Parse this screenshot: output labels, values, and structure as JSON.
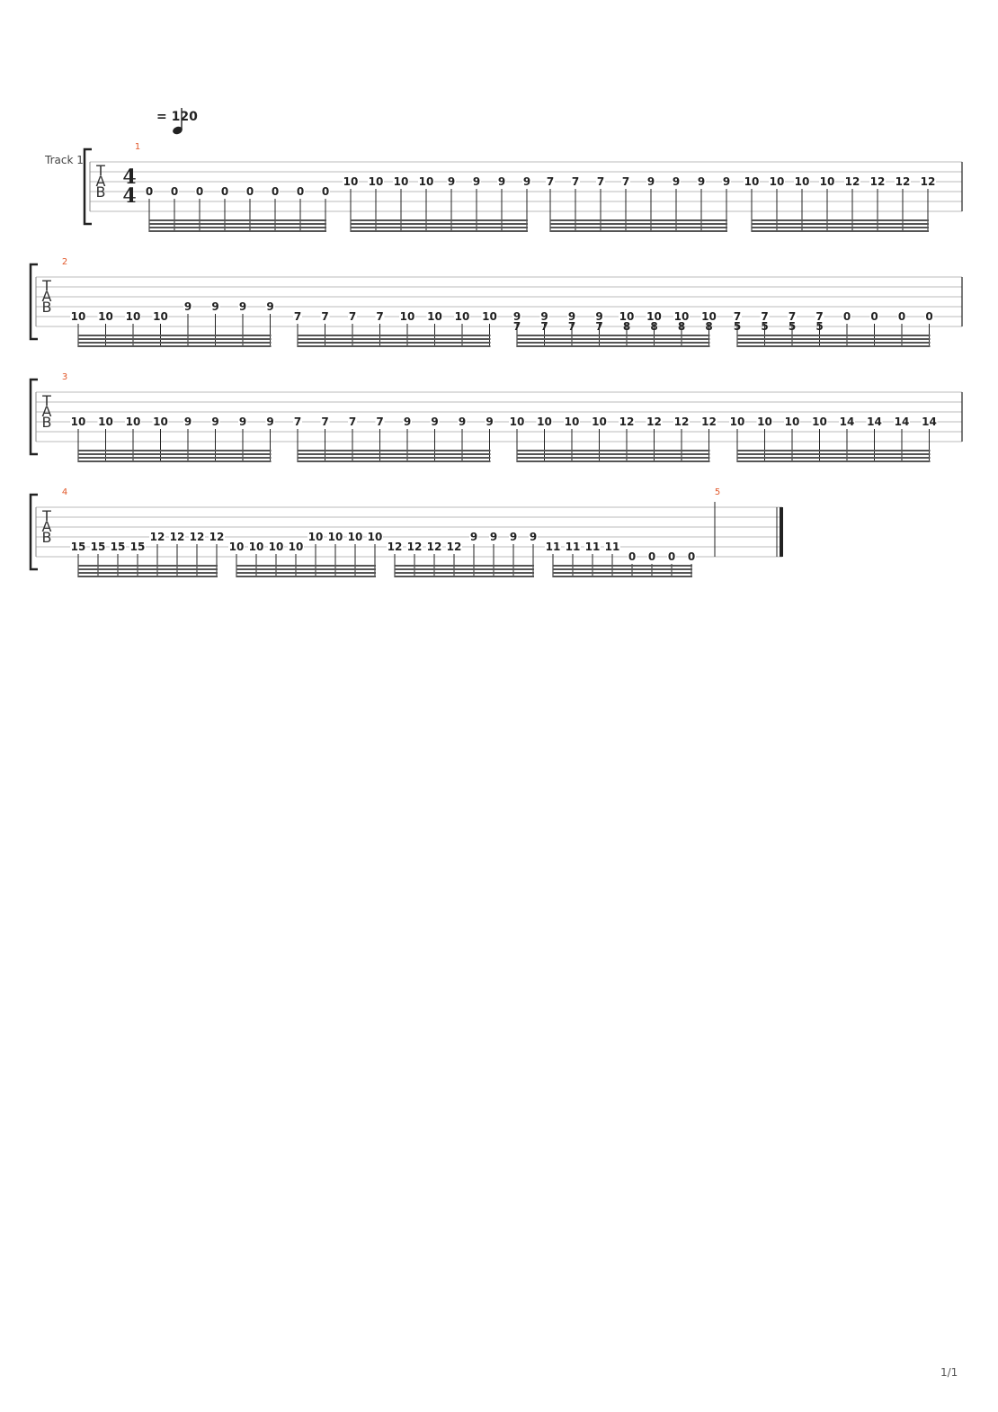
{
  "tempo": {
    "bpm_text": "= 120",
    "note_icon": "quarter-note-icon"
  },
  "track": {
    "name": "Track 1"
  },
  "clef": {
    "letters": [
      "T",
      "A",
      "B"
    ]
  },
  "time_signature": {
    "numerator": "4",
    "denominator": "4"
  },
  "page_number": "1/1",
  "systems": [
    {
      "beats": [
        {
          "m": "1",
          "g": [
            [
              0,
              "0",
              4
            ],
            [
              1,
              "0",
              4
            ],
            [
              2,
              "0",
              4
            ],
            [
              3,
              "0",
              4
            ],
            [
              4,
              "0",
              4
            ],
            [
              5,
              "0",
              4
            ],
            [
              6,
              "0",
              4
            ],
            [
              7,
              "0",
              4
            ],
            [
              8,
              "10",
              3
            ],
            [
              9,
              "10",
              3
            ],
            [
              10,
              "10",
              3
            ],
            [
              11,
              "10",
              3
            ],
            [
              12,
              "9",
              3
            ],
            [
              13,
              "9",
              3
            ],
            [
              14,
              "9",
              3
            ],
            [
              15,
              "9",
              3
            ],
            [
              16,
              "7",
              3
            ],
            [
              17,
              "7",
              3
            ],
            [
              18,
              "7",
              3
            ],
            [
              19,
              "7",
              3
            ],
            [
              20,
              "9",
              3
            ],
            [
              21,
              "9",
              3
            ],
            [
              22,
              "9",
              3
            ],
            [
              23,
              "9",
              3
            ],
            [
              24,
              "10",
              3
            ],
            [
              25,
              "10",
              3
            ],
            [
              26,
              "10",
              3
            ],
            [
              27,
              "10",
              3
            ],
            [
              28,
              "12",
              3
            ],
            [
              29,
              "12",
              3
            ],
            [
              30,
              "12",
              3
            ],
            [
              31,
              "12",
              3
            ]
          ]
        }
      ]
    },
    {
      "beats": [
        {
          "m": "2",
          "g": [
            [
              0,
              "10",
              5
            ],
            [
              1,
              "10",
              5
            ],
            [
              2,
              "10",
              5
            ],
            [
              3,
              "10",
              5
            ],
            [
              4,
              "9",
              4
            ],
            [
              5,
              "9",
              4
            ],
            [
              6,
              "9",
              4
            ],
            [
              7,
              "9",
              4
            ],
            [
              8,
              "7",
              5
            ],
            [
              9,
              "7",
              5
            ],
            [
              10,
              "7",
              5
            ],
            [
              11,
              "7",
              5
            ],
            [
              12,
              "10",
              5
            ],
            [
              13,
              "10",
              5
            ],
            [
              14,
              "10",
              5
            ],
            [
              15,
              "10",
              5
            ]
          ]
        },
        {
          "m": "",
          "g": [
            [
              16,
              "9",
              5
            ],
            [
              17,
              "9",
              5
            ],
            [
              18,
              "9",
              5
            ],
            [
              19,
              "9",
              5
            ],
            [
              20,
              "10",
              5
            ],
            [
              21,
              "10",
              5
            ],
            [
              22,
              "10",
              5
            ],
            [
              23,
              "10",
              5
            ],
            [
              24,
              "7",
              5
            ],
            [
              25,
              "7",
              5
            ],
            [
              26,
              "7",
              5
            ],
            [
              27,
              "7",
              5
            ],
            [
              28,
              "0",
              5
            ],
            [
              29,
              "0",
              5
            ],
            [
              30,
              "0",
              5
            ],
            [
              31,
              "0",
              5
            ]
          ]
        }
      ],
      "lower": [
        [
          16,
          "7"
        ],
        [
          17,
          "7"
        ],
        [
          18,
          "7"
        ],
        [
          19,
          "7"
        ],
        [
          20,
          "8"
        ],
        [
          21,
          "8"
        ],
        [
          22,
          "8"
        ],
        [
          23,
          "8"
        ],
        [
          24,
          "5"
        ],
        [
          25,
          "5"
        ],
        [
          26,
          "5"
        ],
        [
          27,
          "5"
        ]
      ]
    },
    {
      "beats": [
        {
          "m": "3",
          "g": [
            [
              0,
              "10",
              4
            ],
            [
              1,
              "10",
              4
            ],
            [
              2,
              "10",
              4
            ],
            [
              3,
              "10",
              4
            ],
            [
              4,
              "9",
              4
            ],
            [
              5,
              "9",
              4
            ],
            [
              6,
              "9",
              4
            ],
            [
              7,
              "9",
              4
            ],
            [
              8,
              "7",
              4
            ],
            [
              9,
              "7",
              4
            ],
            [
              10,
              "7",
              4
            ],
            [
              11,
              "7",
              4
            ],
            [
              12,
              "9",
              4
            ],
            [
              13,
              "9",
              4
            ],
            [
              14,
              "9",
              4
            ],
            [
              15,
              "9",
              4
            ],
            [
              16,
              "10",
              4
            ],
            [
              17,
              "10",
              4
            ],
            [
              18,
              "10",
              4
            ],
            [
              19,
              "10",
              4
            ],
            [
              20,
              "12",
              4
            ],
            [
              21,
              "12",
              4
            ],
            [
              22,
              "12",
              4
            ],
            [
              23,
              "12",
              4
            ],
            [
              24,
              "10",
              4
            ],
            [
              25,
              "10",
              4
            ],
            [
              26,
              "10",
              4
            ],
            [
              27,
              "10",
              4
            ],
            [
              28,
              "14",
              4
            ],
            [
              29,
              "14",
              4
            ],
            [
              30,
              "14",
              4
            ],
            [
              31,
              "14",
              4
            ]
          ]
        }
      ]
    },
    {
      "beats": [
        {
          "m": "4",
          "g": [
            [
              0,
              "15",
              5
            ],
            [
              1,
              "15",
              5
            ],
            [
              2,
              "15",
              5
            ],
            [
              3,
              "15",
              5
            ],
            [
              4,
              "12",
              4
            ],
            [
              5,
              "12",
              4
            ],
            [
              6,
              "12",
              4
            ],
            [
              7,
              "12",
              4
            ],
            [
              8,
              "10",
              5
            ],
            [
              9,
              "10",
              5
            ],
            [
              10,
              "10",
              5
            ],
            [
              11,
              "10",
              5
            ],
            [
              12,
              "10",
              4
            ],
            [
              13,
              "10",
              4
            ],
            [
              14,
              "10",
              4
            ],
            [
              15,
              "10",
              4
            ],
            [
              16,
              "12",
              5
            ],
            [
              17,
              "12",
              5
            ],
            [
              18,
              "12",
              5
            ],
            [
              19,
              "12",
              5
            ],
            [
              20,
              "9",
              4
            ],
            [
              21,
              "9",
              4
            ],
            [
              22,
              "9",
              4
            ],
            [
              23,
              "9",
              4
            ],
            [
              24,
              "11",
              5
            ],
            [
              25,
              "11",
              5
            ],
            [
              26,
              "11",
              5
            ],
            [
              27,
              "11",
              5
            ],
            [
              28,
              "0",
              6
            ],
            [
              29,
              "0",
              6
            ],
            [
              30,
              "0",
              6
            ],
            [
              31,
              "0",
              6
            ]
          ]
        }
      ],
      "next_measure": "5"
    }
  ]
}
